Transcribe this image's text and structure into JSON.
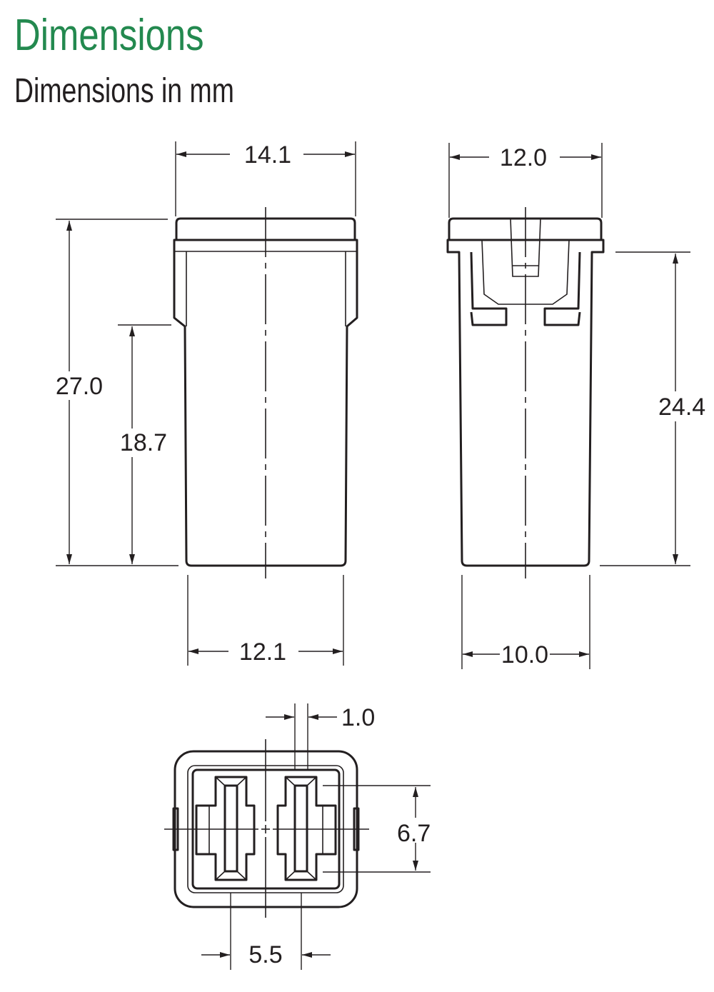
{
  "header": {
    "title": "Dimensions",
    "subtitle": "Dimensions in mm",
    "title_color": "#23894f"
  },
  "front_view": {
    "width_top": "14.1",
    "height_total": "27.0",
    "height_body": "18.7",
    "width_bottom": "12.1"
  },
  "side_view": {
    "width_top": "12.0",
    "height_body": "24.4",
    "width_bottom": "10.0"
  },
  "bottom_view": {
    "terminal_thickness": "1.0",
    "terminal_width": "6.7",
    "terminal_pitch": "5.5"
  }
}
